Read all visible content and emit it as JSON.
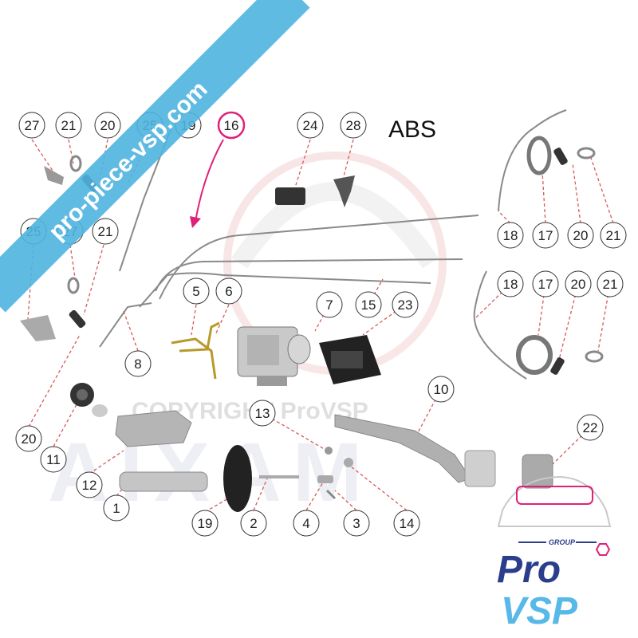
{
  "diagram": {
    "label": "ABS",
    "highlighted_part": "16",
    "callouts": [
      "27",
      "21",
      "20",
      "25",
      "19",
      "16",
      "24",
      "28",
      "18",
      "17",
      "20",
      "21",
      "25",
      "27",
      "21",
      "5",
      "6",
      "7",
      "15",
      "23",
      "18",
      "17",
      "20",
      "21",
      "8",
      "20",
      "11",
      "13",
      "10",
      "22",
      "12",
      "1",
      "19",
      "2",
      "4",
      "3",
      "14"
    ]
  },
  "watermarks": {
    "banner": "pro-piece-vsp.com",
    "copyright": "COPYRIGHT ProVSP",
    "brand_faded": "AIXAM"
  },
  "logo": {
    "group": "GROUP",
    "line1": "Pro",
    "line2": "VSP"
  },
  "colors": {
    "accent": "#e0217a",
    "banner": "#4fb4e0",
    "logo_dark": "#2b3e8c",
    "logo_light": "#58b8e8"
  }
}
